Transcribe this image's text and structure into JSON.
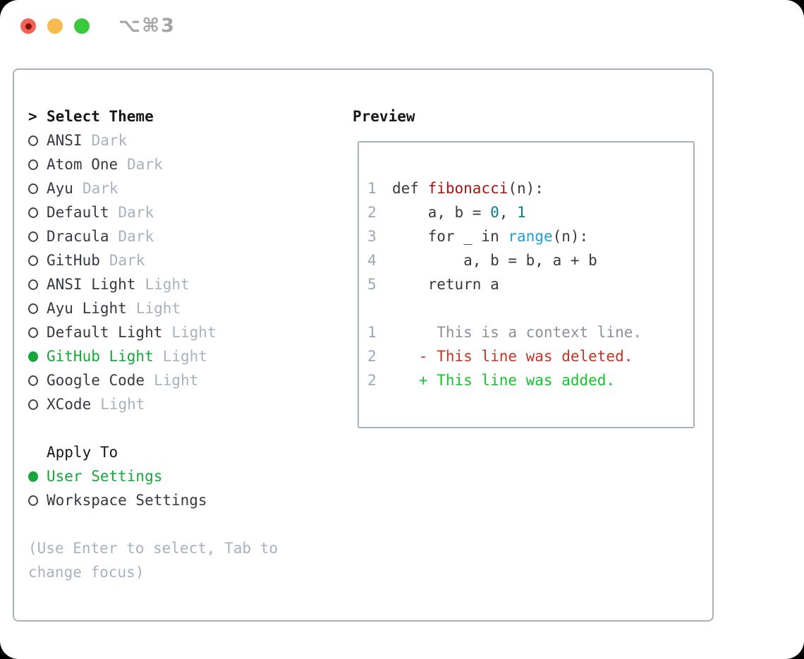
{
  "titlebar": {
    "shortcut": "⌥⌘3"
  },
  "theme_panel": {
    "header_prefix": ">",
    "header": "Select Theme",
    "themes": [
      {
        "name": "ANSI",
        "variant": "Dark",
        "selected": false
      },
      {
        "name": "Atom One",
        "variant": "Dark",
        "selected": false
      },
      {
        "name": "Ayu",
        "variant": "Dark",
        "selected": false
      },
      {
        "name": "Default",
        "variant": "Dark",
        "selected": false
      },
      {
        "name": "Dracula",
        "variant": "Dark",
        "selected": false
      },
      {
        "name": "GitHub",
        "variant": "Dark",
        "selected": false
      },
      {
        "name": "ANSI Light",
        "variant": "Light",
        "selected": false
      },
      {
        "name": "Ayu Light",
        "variant": "Light",
        "selected": false
      },
      {
        "name": "Default Light",
        "variant": "Light",
        "selected": false
      },
      {
        "name": "GitHub Light",
        "variant": "Light",
        "selected": true
      },
      {
        "name": "Google Code",
        "variant": "Light",
        "selected": false
      },
      {
        "name": "XCode",
        "variant": "Light",
        "selected": false
      }
    ],
    "apply_to": {
      "header": "Apply To",
      "options": [
        {
          "label": "User Settings",
          "selected": true
        },
        {
          "label": "Workspace Settings",
          "selected": false
        }
      ]
    },
    "hint": "(Use Enter to select, Tab to change focus)"
  },
  "preview": {
    "header": "Preview",
    "code_lines": [
      {
        "num": "1",
        "segments": [
          {
            "text": "def ",
            "cls": "d"
          },
          {
            "text": "fibonacci",
            "cls": "fn"
          },
          {
            "text": "(n):",
            "cls": "d"
          }
        ]
      },
      {
        "num": "2",
        "segments": [
          {
            "text": "    a, b = ",
            "cls": "d"
          },
          {
            "text": "0",
            "cls": "nm"
          },
          {
            "text": ", ",
            "cls": "d"
          },
          {
            "text": "1",
            "cls": "nm"
          }
        ]
      },
      {
        "num": "3",
        "segments": [
          {
            "text": "    for _ in ",
            "cls": "d"
          },
          {
            "text": "range",
            "cls": "bi"
          },
          {
            "text": "(n):",
            "cls": "d"
          }
        ]
      },
      {
        "num": "4",
        "segments": [
          {
            "text": "        a, b = b, a + b",
            "cls": "d"
          }
        ]
      },
      {
        "num": "5",
        "segments": [
          {
            "text": "    return a",
            "cls": "d"
          }
        ]
      },
      {
        "num": "",
        "segments": []
      },
      {
        "num": "1",
        "segments": [
          {
            "text": "     This is a context line.",
            "cls": "ctx"
          }
        ]
      },
      {
        "num": "2",
        "segments": [
          {
            "text": "   - This line was deleted.",
            "cls": "del"
          }
        ]
      },
      {
        "num": "2",
        "segments": [
          {
            "text": "   + This line was added.",
            "cls": "add"
          }
        ]
      }
    ]
  },
  "colors": {
    "accent_green": "#16a63c",
    "diff_added": "#12c52a",
    "diff_deleted": "#c43325",
    "context_gray": "#8b929c",
    "function_red": "#a31512",
    "number_teal": "#0b7c84",
    "builtin_blue": "#1e9ed8",
    "muted_gray": "#a8b1bf",
    "border_gray": "#a9b1bc",
    "traffic_red": "#f1635f",
    "traffic_yellow": "#f6bd4e",
    "traffic_green": "#38c93c"
  }
}
